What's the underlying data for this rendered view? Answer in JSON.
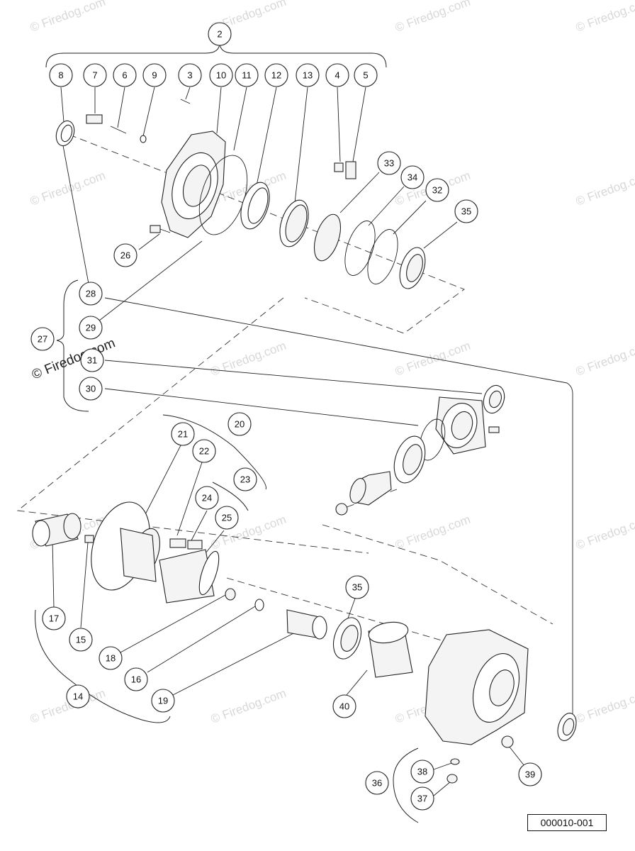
{
  "watermark": {
    "text": "© Firedog.com",
    "main_text": "© Firedog.com"
  },
  "reference_code": "000010-001",
  "callouts": [
    {
      "id": "c2",
      "label": "2"
    },
    {
      "id": "c8",
      "label": "8"
    },
    {
      "id": "c7",
      "label": "7"
    },
    {
      "id": "c6",
      "label": "6"
    },
    {
      "id": "c9",
      "label": "9"
    },
    {
      "id": "c3",
      "label": "3"
    },
    {
      "id": "c10",
      "label": "10"
    },
    {
      "id": "c11",
      "label": "11"
    },
    {
      "id": "c12",
      "label": "12"
    },
    {
      "id": "c13",
      "label": "13"
    },
    {
      "id": "c4",
      "label": "4"
    },
    {
      "id": "c5",
      "label": "5"
    },
    {
      "id": "c33",
      "label": "33"
    },
    {
      "id": "c34",
      "label": "34"
    },
    {
      "id": "c32",
      "label": "32"
    },
    {
      "id": "c35a",
      "label": "35"
    },
    {
      "id": "c26",
      "label": "26"
    },
    {
      "id": "c28",
      "label": "28"
    },
    {
      "id": "c29",
      "label": "29"
    },
    {
      "id": "c27",
      "label": "27"
    },
    {
      "id": "c31",
      "label": "31"
    },
    {
      "id": "c30",
      "label": "30"
    },
    {
      "id": "c20",
      "label": "20"
    },
    {
      "id": "c21",
      "label": "21"
    },
    {
      "id": "c22",
      "label": "22"
    },
    {
      "id": "c23",
      "label": "23"
    },
    {
      "id": "c24",
      "label": "24"
    },
    {
      "id": "c25",
      "label": "25"
    },
    {
      "id": "c17",
      "label": "17"
    },
    {
      "id": "c15",
      "label": "15"
    },
    {
      "id": "c18",
      "label": "18"
    },
    {
      "id": "c16",
      "label": "16"
    },
    {
      "id": "c14",
      "label": "14"
    },
    {
      "id": "c19",
      "label": "19"
    },
    {
      "id": "c35b",
      "label": "35"
    },
    {
      "id": "c40",
      "label": "40"
    },
    {
      "id": "c36",
      "label": "36"
    },
    {
      "id": "c38",
      "label": "38"
    },
    {
      "id": "c37",
      "label": "37"
    },
    {
      "id": "c39",
      "label": "39"
    }
  ]
}
